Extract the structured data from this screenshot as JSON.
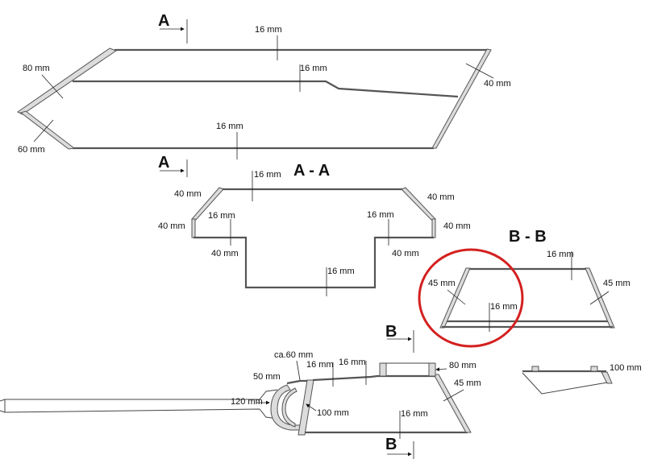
{
  "section_markers": {
    "a_top": "A",
    "a_bottom": "A",
    "b_top": "B",
    "b_bottom": "B"
  },
  "top_view": {
    "labels": {
      "top_plate": "16 mm",
      "mid_plate": "16 mm",
      "front_upper": "80 mm",
      "front_lower": "60 mm",
      "bottom_plate": "16 mm",
      "rear_plate": "40 mm"
    }
  },
  "section_aa": {
    "title": "A - A",
    "labels": {
      "roof": "16 mm",
      "left_slope": "40 mm",
      "left_inner": "16 mm",
      "left_side": "40 mm",
      "left_lower": "40 mm",
      "right_slope": "40 mm",
      "right_inner": "16 mm",
      "right_side": "40 mm",
      "right_lower": "40 mm",
      "floor": "16 mm"
    }
  },
  "section_bb": {
    "title": "B - B",
    "labels": {
      "roof": "16 mm",
      "left_side": "45 mm",
      "right_side": "45 mm",
      "floor": "16 mm"
    },
    "highlight_color": "#d42020"
  },
  "side_view": {
    "labels": {
      "mantlet_ca": "ca.60 mm",
      "mantlet_50": "50 mm",
      "mantlet_120": "120 mm",
      "front_plate": "100 mm",
      "roof_front": "16 mm",
      "roof_mid": "16 mm",
      "cupola": "80 mm",
      "rear": "45 mm",
      "floor": "16 mm"
    }
  },
  "rear_detail": {
    "labels": {
      "thickness": "100 mm"
    }
  }
}
